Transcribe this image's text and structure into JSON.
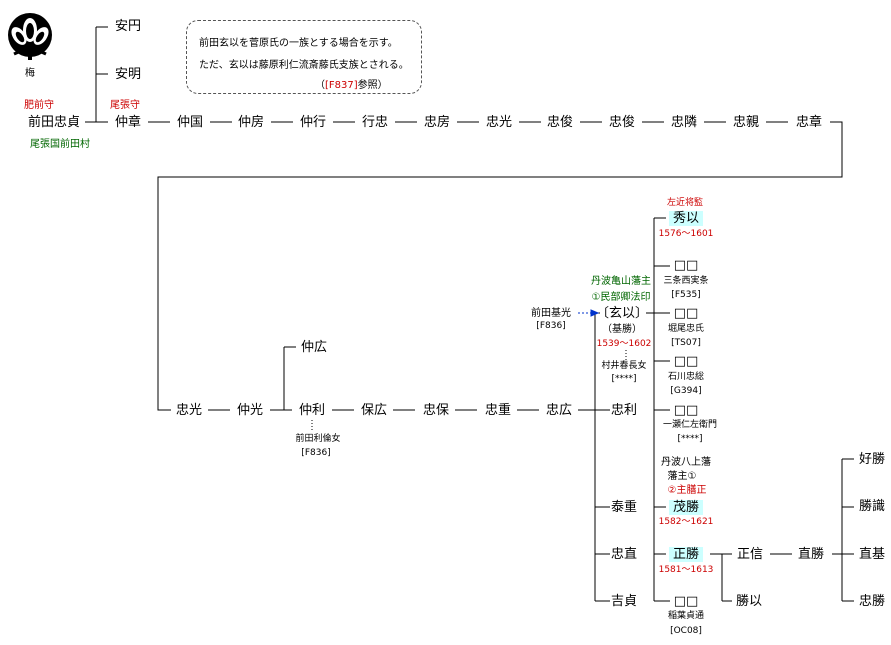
{
  "crest": {
    "label": "梅",
    "icon": "plum-blossom-crest-icon"
  },
  "note": {
    "line1": "前田玄以を菅原氏の一族とする場合を示す。",
    "line2": "ただ、玄以は藤原利仁流斎藤氏支族とされる。",
    "ref_open": "（",
    "ref_code": "[F837]",
    "ref_close": "参照）"
  },
  "persons": {
    "tadasada": {
      "name": "前田忠貞",
      "title": "肥前守",
      "place": "尾張国前田村"
    },
    "yasumaru": {
      "name": "安円"
    },
    "yasuaki": {
      "name": "安明"
    },
    "nakaaki": {
      "name": "仲章",
      "title": "尾張守"
    },
    "nakakuni": {
      "name": "仲国"
    },
    "nakafusa": {
      "name": "仲房"
    },
    "nakayuki": {
      "name": "仲行"
    },
    "yukitada": {
      "name": "行忠"
    },
    "tadafusa": {
      "name": "忠房"
    },
    "tadamitsu1": {
      "name": "忠光"
    },
    "tadatoshi1": {
      "name": "忠俊"
    },
    "tadatoshi2": {
      "name": "忠俊"
    },
    "tadachika_rin": {
      "name": "忠隣"
    },
    "tadachika": {
      "name": "忠親"
    },
    "tadaaki": {
      "name": "忠章"
    },
    "tadamitsu2": {
      "name": "忠光"
    },
    "nakamitsu": {
      "name": "仲光"
    },
    "nakahiro": {
      "name": "仲広"
    },
    "nakatoshi": {
      "name": "仲利",
      "spouse": "前田利倫女",
      "spouse_ref": "[F836]"
    },
    "yasuhiro": {
      "name": "保広"
    },
    "tadayasu": {
      "name": "忠保"
    },
    "tadashige": {
      "name": "忠重"
    },
    "tadahiro": {
      "name": "忠広"
    },
    "tadatoshi3": {
      "name": "忠利"
    },
    "yasushige": {
      "name": "泰重"
    },
    "tadanao": {
      "name": "忠直"
    },
    "yoshisada": {
      "name": "吉貞"
    },
    "geni": {
      "name": "〔玄以〕",
      "alias": "（基勝）",
      "years": "1539～1602",
      "title1": "丹波亀山藩主",
      "title2": "①民部卿法印",
      "adopted_from": "前田基光",
      "adopted_ref": "[F836]",
      "spouse": "村井春長女",
      "spouse_ref": "[****]"
    },
    "hidemochi": {
      "name": "秀以",
      "title": "左近将監",
      "years": "1576～1601"
    },
    "d1": {
      "name": "□□",
      "spouse": "三条西実条",
      "spouse_ref": "[F535]"
    },
    "d2": {
      "name": "□□",
      "spouse": "堀尾忠氏",
      "spouse_ref": "[TS07]"
    },
    "d3": {
      "name": "□□",
      "spouse": "石川忠総",
      "spouse_ref": "[G394]"
    },
    "d4": {
      "name": "□□",
      "spouse": "一瀬仁左衛門",
      "spouse_ref": "[****]"
    },
    "shigekatsu": {
      "name": "茂勝",
      "title1": "丹波八上藩",
      "title2": "藩主①",
      "title3": "②主膳正",
      "years": "1582～1621"
    },
    "masakatsu": {
      "name": "正勝",
      "years": "1581～1613"
    },
    "d5": {
      "name": "□□",
      "spouse": "稲葉貞通",
      "spouse_ref": "[OC08]"
    },
    "masanobu": {
      "name": "正信"
    },
    "katsumochi": {
      "name": "勝以"
    },
    "naokatsu": {
      "name": "直勝"
    },
    "yoshikatsu": {
      "name": "好勝"
    },
    "katsushiki": {
      "name": "勝識"
    },
    "naomoto": {
      "name": "直基"
    },
    "tadakatsu": {
      "name": "忠勝"
    }
  }
}
